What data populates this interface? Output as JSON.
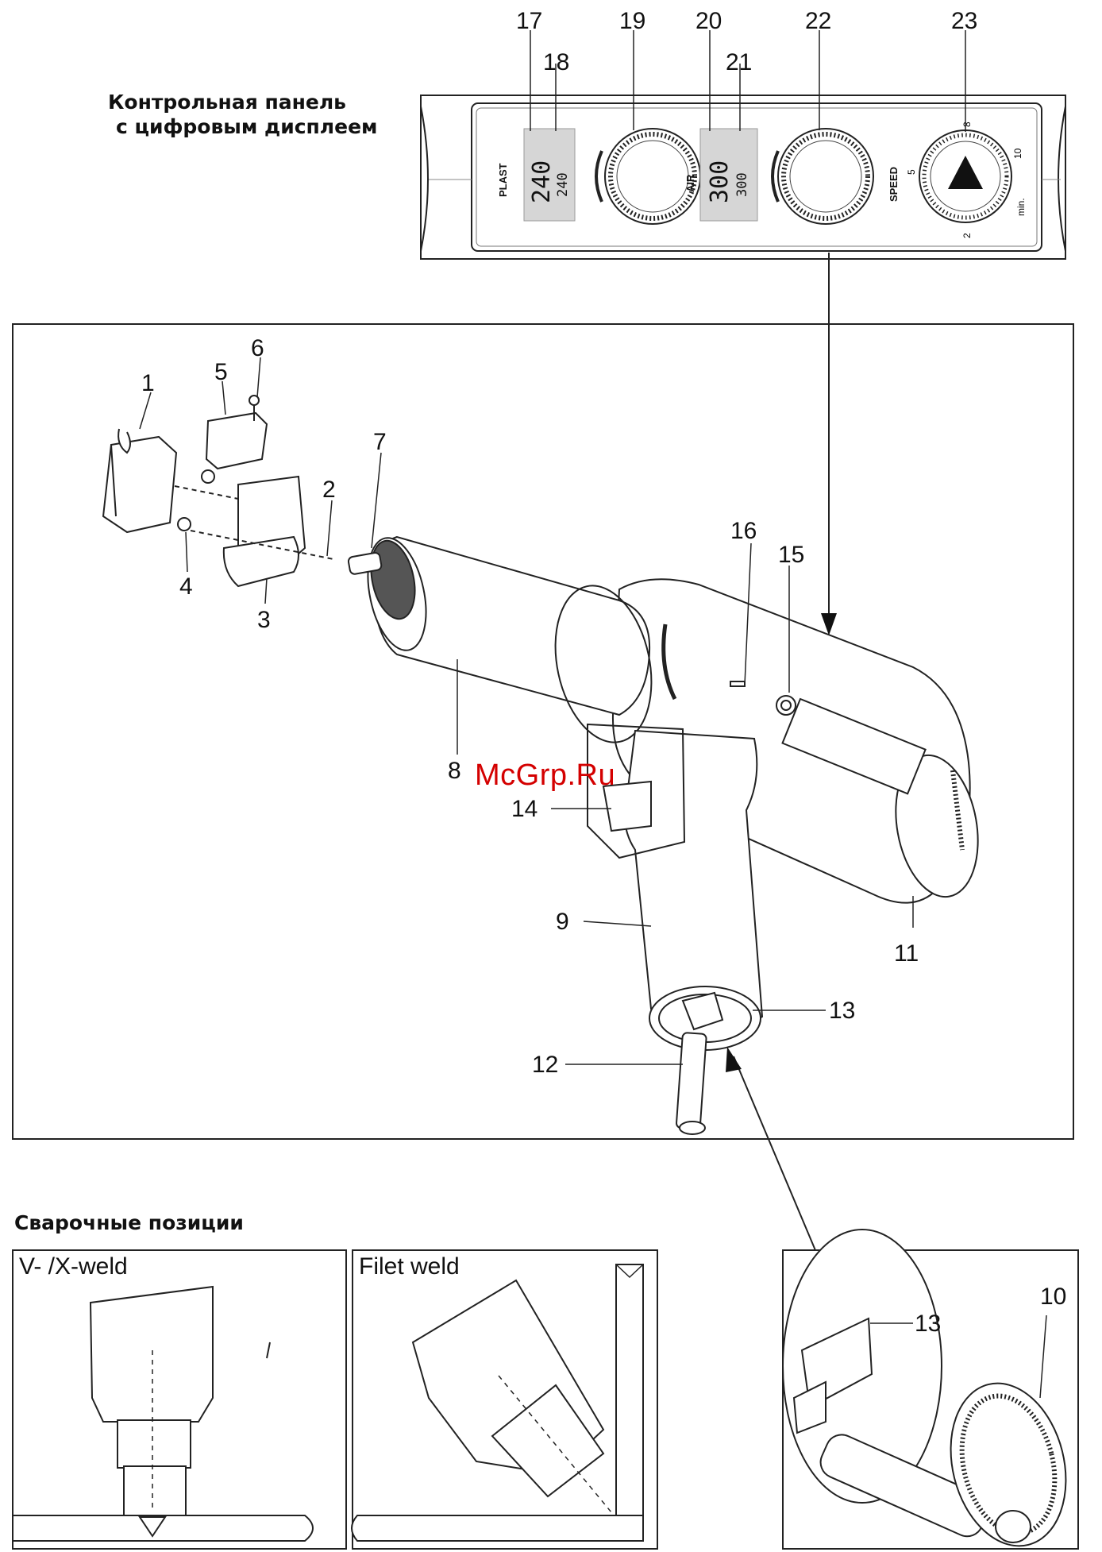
{
  "panel": {
    "heading_line1": "Контрольная панель",
    "heading_line2": "с цифровым дисплеем",
    "plast_label": "PLAST",
    "plast_main": "240",
    "plast_sub": "240",
    "air_label": "AIR",
    "air_main": "300",
    "air_sub": "300",
    "speed_label": "SPEED",
    "speed_unit": "min.",
    "speed_ticks": [
      "2",
      "5",
      "8",
      "10"
    ]
  },
  "callouts": {
    "n1": "1",
    "n2": "2",
    "n3": "3",
    "n4": "4",
    "n5": "5",
    "n6": "6",
    "n7": "7",
    "n8": "8",
    "n9": "9",
    "n10": "10",
    "n11": "11",
    "n12": "12",
    "n13": "13",
    "n13b": "13",
    "n14": "14",
    "n15": "15",
    "n16": "16",
    "n17": "17",
    "n18": "18",
    "n19": "19",
    "n20": "20",
    "n21": "21",
    "n22": "22",
    "n23": "23"
  },
  "watermark": "McGrp.Ru",
  "positions_section": {
    "heading": "Сварочные позиции",
    "box1_title": "V- /X-weld",
    "box2_title": "Filet weld"
  }
}
